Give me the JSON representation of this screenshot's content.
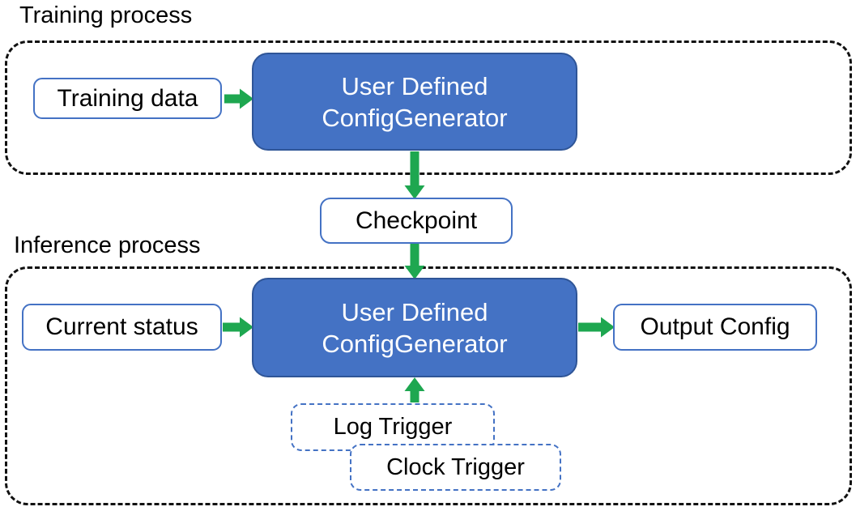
{
  "colors": {
    "background": "#FFFFFF",
    "container_border": "#111111",
    "generator_fill": "#4472C4",
    "generator_border": "#2F5597",
    "io_box_border": "#4472C4",
    "trigger_border": "#4472C4",
    "arrow_green": "#1EA750",
    "text_dark": "#000000",
    "text_light": "#FFFFFF"
  },
  "training": {
    "label": "Training process",
    "input_box": "Training data",
    "generator_line1": "User Defined",
    "generator_line2": "ConfigGenerator"
  },
  "checkpoint": {
    "label": "Checkpoint"
  },
  "inference": {
    "label": "Inference process",
    "input_box": "Current status",
    "generator_line1": "User Defined",
    "generator_line2": "ConfigGenerator",
    "output_box": "Output Config",
    "triggers": [
      "Log Trigger",
      "Clock Trigger"
    ]
  }
}
